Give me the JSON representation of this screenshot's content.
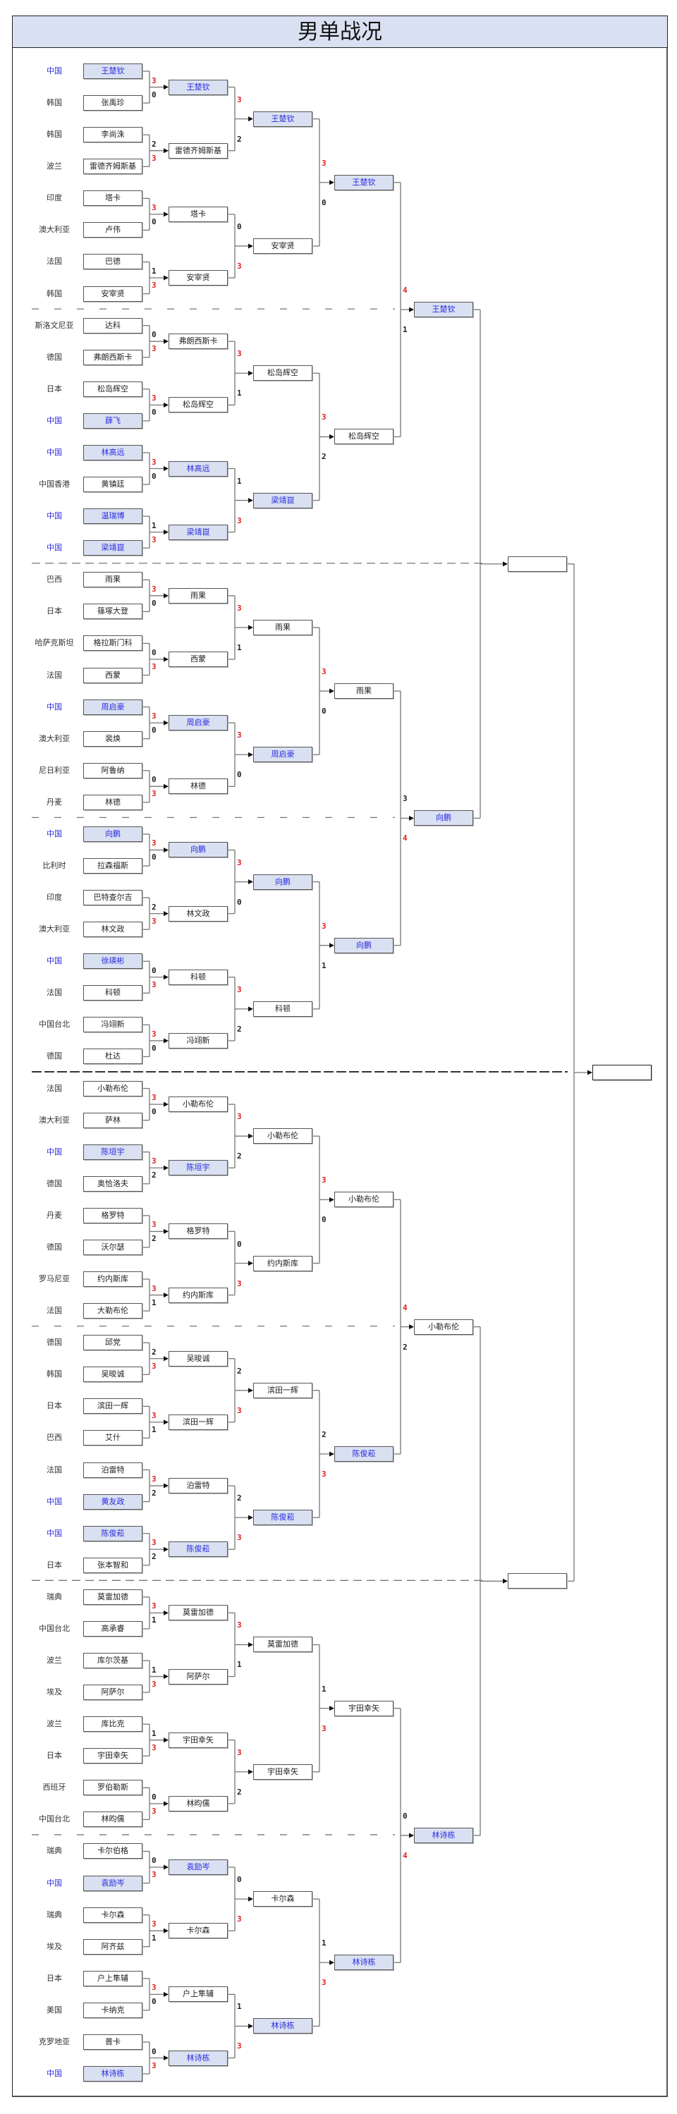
{
  "title": "男单战况",
  "colors": {
    "china_fill": "#d9e0f1",
    "china_text": "#2a2ae0",
    "winner_score": "#e02020",
    "header_bg": "#d9e0f1"
  },
  "round1": [
    {
      "country": "中国",
      "name": "王楚钦",
      "cn": true
    },
    {
      "country": "韩国",
      "name": "张禹珍"
    },
    {
      "country": "韩国",
      "name": "李尚洙"
    },
    {
      "country": "波兰",
      "name": "雷德齐姆斯基"
    },
    {
      "country": "印度",
      "name": "塔卡"
    },
    {
      "country": "澳大利亚",
      "name": "卢伟"
    },
    {
      "country": "法国",
      "name": "巴德"
    },
    {
      "country": "韩国",
      "name": "安宰贤"
    },
    {
      "country": "斯洛文尼亚",
      "name": "达科"
    },
    {
      "country": "德国",
      "name": "弗朗西斯卡"
    },
    {
      "country": "日本",
      "name": "松岛辉空"
    },
    {
      "country": "中国",
      "name": "薛飞",
      "cn": true
    },
    {
      "country": "中国",
      "name": "林高远",
      "cn": true
    },
    {
      "country": "中国香港",
      "name": "黄镇廷"
    },
    {
      "country": "中国",
      "name": "温瑞博",
      "cn": true
    },
    {
      "country": "中国",
      "name": "梁靖崑",
      "cn": true
    },
    {
      "country": "巴西",
      "name": "雨果"
    },
    {
      "country": "日本",
      "name": "篠塚大登"
    },
    {
      "country": "哈萨克斯坦",
      "name": "格拉斯门科"
    },
    {
      "country": "法国",
      "name": "西蒙"
    },
    {
      "country": "中国",
      "name": "周启豪",
      "cn": true
    },
    {
      "country": "澳大利亚",
      "name": "裴焕"
    },
    {
      "country": "尼日利亚",
      "name": "阿鲁纳"
    },
    {
      "country": "丹麦",
      "name": "林德"
    },
    {
      "country": "中国",
      "name": "向鹏",
      "cn": true
    },
    {
      "country": "比利时",
      "name": "拉森福斯"
    },
    {
      "country": "印度",
      "name": "巴特查尔吉"
    },
    {
      "country": "澳大利亚",
      "name": "林文政"
    },
    {
      "country": "中国",
      "name": "徐瑛彬",
      "cn": true
    },
    {
      "country": "法国",
      "name": "科顿"
    },
    {
      "country": "中国台北",
      "name": "冯翊新"
    },
    {
      "country": "德国",
      "name": "杜达"
    },
    {
      "country": "法国",
      "name": "小勒布伦"
    },
    {
      "country": "澳大利亚",
      "name": "萨林"
    },
    {
      "country": "中国",
      "name": "陈垣宇",
      "cn": true
    },
    {
      "country": "德国",
      "name": "奥恰洛夫"
    },
    {
      "country": "丹麦",
      "name": "格罗特"
    },
    {
      "country": "德国",
      "name": "沃尔瑟"
    },
    {
      "country": "罗马尼亚",
      "name": "约内斯库"
    },
    {
      "country": "法国",
      "name": "大勒布伦"
    },
    {
      "country": "德国",
      "name": "邱党"
    },
    {
      "country": "韩国",
      "name": "吴晙诚"
    },
    {
      "country": "日本",
      "name": "滨田一辉"
    },
    {
      "country": "巴西",
      "name": "艾什"
    },
    {
      "country": "法国",
      "name": "泊雷特"
    },
    {
      "country": "中国",
      "name": "黄友政",
      "cn": true
    },
    {
      "country": "中国",
      "name": "陈俊菘",
      "cn": true
    },
    {
      "country": "日本",
      "name": "张本智和"
    },
    {
      "country": "瑞典",
      "name": "莫雷加德"
    },
    {
      "country": "中国台北",
      "name": "高承睿"
    },
    {
      "country": "波兰",
      "name": "库尔茨基"
    },
    {
      "country": "埃及",
      "name": "阿萨尔"
    },
    {
      "country": "波兰",
      "name": "库比克"
    },
    {
      "country": "日本",
      "name": "宇田幸矢"
    },
    {
      "country": "西班牙",
      "name": "罗伯勒斯"
    },
    {
      "country": "中国台北",
      "name": "林昀儒"
    },
    {
      "country": "瑞典",
      "name": "卡尔伯格"
    },
    {
      "country": "中国",
      "name": "袁励岑",
      "cn": true
    },
    {
      "country": "瑞典",
      "name": "卡尔森"
    },
    {
      "country": "埃及",
      "name": "阿齐兹"
    },
    {
      "country": "日本",
      "name": "户上隼辅"
    },
    {
      "country": "美国",
      "name": "卡纳克"
    },
    {
      "country": "克罗地亚",
      "name": "普卡"
    },
    {
      "country": "中国",
      "name": "林诗栋",
      "cn": true
    }
  ],
  "round1_scores": [
    3,
    0,
    2,
    3,
    3,
    0,
    1,
    3,
    0,
    3,
    3,
    0,
    3,
    0,
    1,
    3,
    3,
    0,
    0,
    3,
    3,
    0,
    0,
    3,
    3,
    0,
    2,
    3,
    0,
    3,
    3,
    0,
    3,
    0,
    3,
    2,
    3,
    2,
    3,
    1,
    2,
    3,
    3,
    1,
    3,
    2,
    3,
    2,
    3,
    1,
    1,
    3,
    1,
    3,
    0,
    3,
    0,
    3,
    3,
    1,
    3,
    0,
    0,
    3
  ],
  "round2": [
    {
      "name": "王楚钦",
      "cn": true
    },
    {
      "name": "雷德齐姆斯基"
    },
    {
      "name": "塔卡"
    },
    {
      "name": "安宰贤"
    },
    {
      "name": "弗朗西斯卡"
    },
    {
      "name": "松岛辉空"
    },
    {
      "name": "林高远",
      "cn": true
    },
    {
      "name": "梁靖崑",
      "cn": true
    },
    {
      "name": "雨果"
    },
    {
      "name": "西蒙"
    },
    {
      "name": "周启豪",
      "cn": true
    },
    {
      "name": "林德"
    },
    {
      "name": "向鹏",
      "cn": true
    },
    {
      "name": "林文政"
    },
    {
      "name": "科顿"
    },
    {
      "name": "冯翊新"
    },
    {
      "name": "小勒布伦"
    },
    {
      "name": "陈垣宇",
      "cn": true
    },
    {
      "name": "格罗特"
    },
    {
      "name": "约内斯库"
    },
    {
      "name": "吴晙诚"
    },
    {
      "name": "滨田一辉"
    },
    {
      "name": "泊雷特"
    },
    {
      "name": "陈俊菘",
      "cn": true
    },
    {
      "name": "莫雷加德"
    },
    {
      "name": "阿萨尔"
    },
    {
      "name": "宇田幸矢"
    },
    {
      "name": "林昀儒"
    },
    {
      "name": "袁励岑",
      "cn": true
    },
    {
      "name": "卡尔森"
    },
    {
      "name": "户上隼辅"
    },
    {
      "name": "林诗栋",
      "cn": true
    }
  ],
  "round2_scores": [
    3,
    2,
    0,
    3,
    3,
    1,
    1,
    3,
    3,
    1,
    3,
    0,
    3,
    0,
    3,
    2,
    3,
    2,
    0,
    3,
    2,
    3,
    2,
    3,
    3,
    1,
    3,
    2,
    0,
    3,
    1,
    3
  ],
  "round3": [
    {
      "name": "王楚钦",
      "cn": true
    },
    {
      "name": "安宰贤"
    },
    {
      "name": "松岛辉空"
    },
    {
      "name": "梁靖崑",
      "cn": true
    },
    {
      "name": "雨果"
    },
    {
      "name": "周启豪",
      "cn": true
    },
    {
      "name": "向鹏",
      "cn": true
    },
    {
      "name": "科顿"
    },
    {
      "name": "小勒布伦"
    },
    {
      "name": "约内斯库"
    },
    {
      "name": "滨田一辉"
    },
    {
      "name": "陈俊菘",
      "cn": true
    },
    {
      "name": "莫雷加德"
    },
    {
      "name": "宇田幸矢"
    },
    {
      "name": "卡尔森"
    },
    {
      "name": "林诗栋",
      "cn": true
    }
  ],
  "round3_scores": [
    3,
    0,
    3,
    2,
    3,
    0,
    3,
    1,
    3,
    0,
    2,
    3,
    1,
    3,
    1,
    3
  ],
  "round4": [
    {
      "name": "王楚钦",
      "cn": true
    },
    {
      "name": "松岛辉空"
    },
    {
      "name": "雨果"
    },
    {
      "name": "向鹏",
      "cn": true
    },
    {
      "name": "小勒布伦"
    },
    {
      "name": "陈俊菘",
      "cn": true
    },
    {
      "name": "宇田幸矢"
    },
    {
      "name": "林诗栋",
      "cn": true
    }
  ],
  "round4_scores": [
    4,
    1,
    3,
    4,
    4,
    2,
    0,
    4
  ],
  "round5": [
    {
      "name": "王楚钦",
      "cn": true
    },
    {
      "name": "向鹏",
      "cn": true
    },
    {
      "name": "小勒布伦"
    },
    {
      "name": "林诗栋",
      "cn": true
    }
  ],
  "semifinal": [
    {
      "name": ""
    },
    {
      "name": ""
    }
  ],
  "final": {
    "name": ""
  }
}
